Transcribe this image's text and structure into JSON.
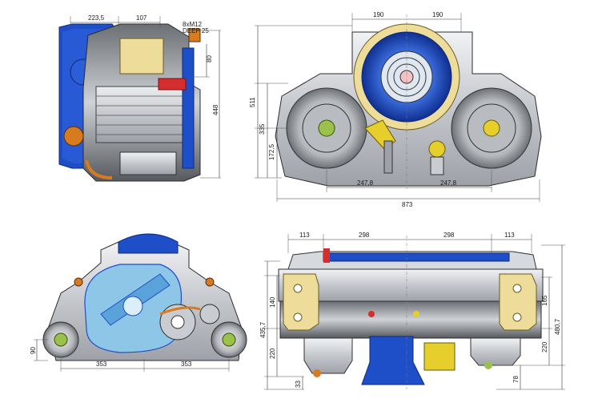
{
  "views": {
    "side": {
      "dims": {
        "w1": "223,5",
        "w2": "107",
        "note1": "8xM12",
        "note2": "DEEP 25",
        "h1": "80",
        "h2": "448"
      }
    },
    "front": {
      "dims": {
        "top_l": "190",
        "top_r": "190",
        "h_total": "511",
        "h_mid": "335",
        "h_low": "172,5",
        "half_l": "247,8",
        "half_r": "247,8",
        "total": "873"
      }
    },
    "rear": {
      "dims": {
        "h": "90",
        "l": "353",
        "r": "353"
      }
    },
    "top": {
      "dims": {
        "t1": "113",
        "t2": "298",
        "t3": "298",
        "t4": "113",
        "l1": "140",
        "l2": "435,7",
        "l3": "220",
        "l4": "33",
        "r1": "165",
        "r2": "220",
        "r3": "480,7",
        "r4": "78"
      }
    }
  },
  "colors": {
    "blue": "#1e4fc8",
    "blue_light": "#8ec6e8",
    "gray": "#c9ccd0",
    "gray_dark": "#4a4c50",
    "cream": "#eedc9a",
    "yellow": "#e6cf2c",
    "orange": "#d77b20",
    "red": "#d62e2e",
    "green": "#9ac24a"
  }
}
